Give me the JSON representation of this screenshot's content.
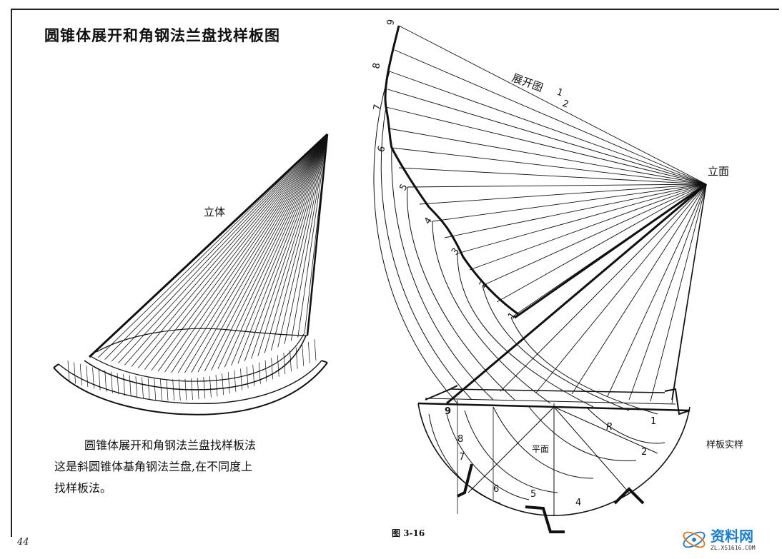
{
  "title": "圆锥体展开和角钢法兰盘找样板图",
  "left_figure": {
    "label": "立体"
  },
  "right_figure": {
    "development_label": "展开图",
    "fraction_top": "1",
    "fraction_bottom": "2",
    "elevation_label": "立面",
    "plan_label": "平面",
    "radius_label": "R",
    "template_label": "样板实样",
    "development_numbers": [
      "1",
      "2",
      "3",
      "4",
      "5",
      "6",
      "7",
      "8",
      "9"
    ],
    "plan_numbers": [
      "1",
      "2",
      "4",
      "5",
      "6",
      "7",
      "8",
      "9"
    ]
  },
  "caption": {
    "heading": "圆锥体展开和角钢法兰盘找样板法",
    "line2": "这是斜圆锥体基角钢法兰盘,在不同度上",
    "line3": "找样板法。"
  },
  "figure_label": "图 3-16",
  "page_number": "44",
  "watermark": {
    "text": "资料网",
    "url": "ZL.XS1616.COM"
  }
}
